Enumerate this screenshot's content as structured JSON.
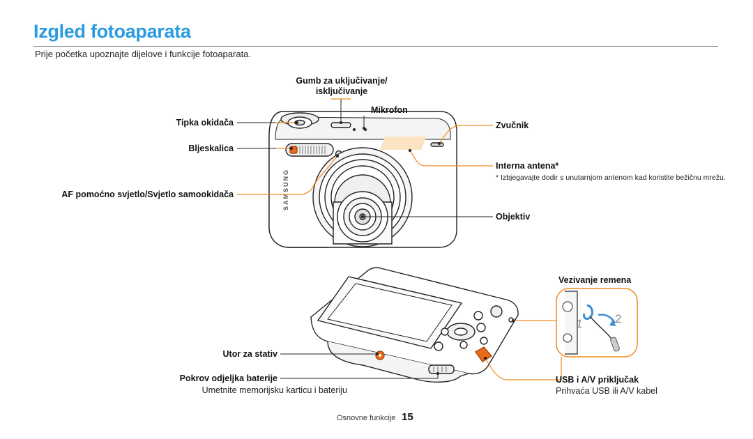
{
  "page": {
    "title": "Izgled fotoaparata",
    "intro": "Prije početka upoznajte dijelove i funkcije fotoaparata."
  },
  "front_labels": {
    "power_button_line1": "Gumb za uključivanje/",
    "power_button_line2": "isključivanje",
    "microphone": "Mikrofon",
    "shutter": "Tipka okidača",
    "flash": "Bljeskalica",
    "af_lamp": "AF pomoćno svjetlo/Svjetlo samookidača",
    "speaker": "Zvučnik",
    "antenna": "Interna antena*",
    "antenna_note": "* Izbjegavajte dodir s unutarnjom antenom kad koristite bežičnu mrežu.",
    "lens": "Objektiv"
  },
  "back_labels": {
    "strap": "Vezivanje remena",
    "tripod": "Utor za stativ",
    "battery_cover": "Pokrov odjeljka baterije",
    "battery_cover_desc": "Umetnite memorijsku karticu i bateriju",
    "usb": "USB i A/V priključak",
    "usb_desc": "Prihvaća USB ili A/V kabel",
    "strap_step1": "1",
    "strap_step2": "2"
  },
  "camera": {
    "brand": "SAMSUNG"
  },
  "footer": {
    "section": "Osnovne funkcije",
    "page_number": "15"
  },
  "colors": {
    "accent": "#2b9be0",
    "leader": "#f28a1e",
    "step_arrow": "#3a8fd8"
  }
}
